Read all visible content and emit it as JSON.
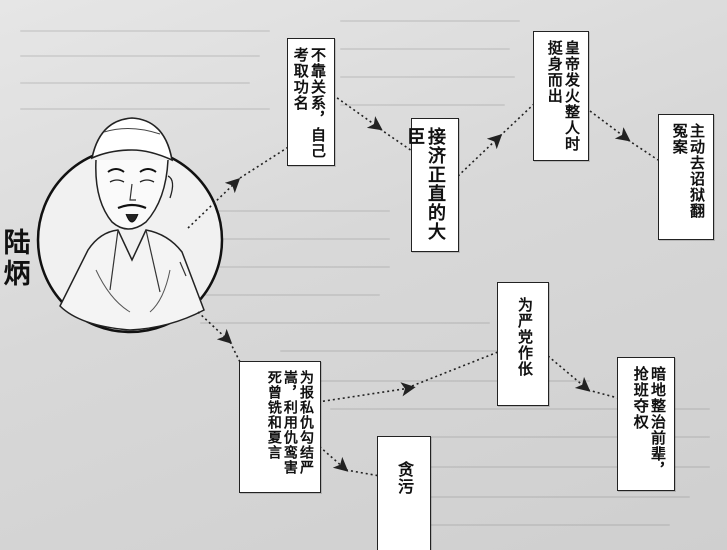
{
  "person": {
    "name_line1": "陆",
    "name_line2": "炳"
  },
  "boxes": {
    "b1": "不靠关系，自己考取功名",
    "b2": "接济正直的大臣",
    "b3": "皇帝发火整人时挺身而出",
    "b4": "主动去诏狱翻冤案",
    "b5": "为报私仇勾结严嵩，利用仇鸾害死曾铣和夏言",
    "b6": "贪污",
    "b7": "为严党作伥",
    "b8": "暗地整治前辈，抢班夺权"
  },
  "colors": {
    "ink": "#222222",
    "paper": "#dcdcdc",
    "box": "#ffffff"
  }
}
